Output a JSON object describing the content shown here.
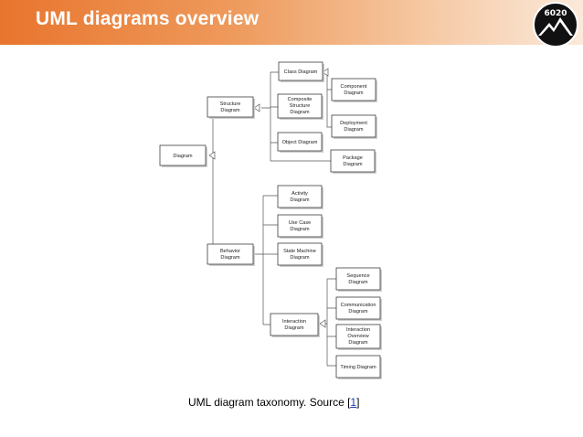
{
  "slide": {
    "title": "UML diagrams overview",
    "logo_text": "6020",
    "caption_text": "UML diagram taxonomy. Source [",
    "caption_link": "1",
    "caption_end": "]"
  },
  "colors": {
    "header_start": "#e8752e",
    "header_end": "#fbe9da",
    "logo_bg": "#111111",
    "link": "#1a3bb5"
  },
  "diagram": {
    "nodes": {
      "diagram": [
        "Diagram"
      ],
      "structure": [
        "Structure",
        "Diagram"
      ],
      "behavior": [
        "Behavior",
        "Diagram"
      ],
      "class": [
        "Class Diagram"
      ],
      "component": [
        "Component",
        "Diagram"
      ],
      "composite": [
        "Composite",
        "Structure",
        "Diagram"
      ],
      "deployment": [
        "Deployment",
        "Diagram"
      ],
      "object": [
        "Object Diagram"
      ],
      "package": [
        "Package",
        "Diagram"
      ],
      "activity": [
        "Activity",
        "Diagram"
      ],
      "usecase": [
        "Use Case",
        "Diagram"
      ],
      "statemachine": [
        "State Machine",
        "Diagram"
      ],
      "interaction": [
        "Interaction",
        "Diagram"
      ],
      "sequence": [
        "Sequence",
        "Diagram"
      ],
      "communication": [
        "Communication",
        "Diagram"
      ],
      "overview": [
        "Interaction",
        "Overview",
        "Diagram"
      ],
      "timing": [
        "Timing Diagram"
      ]
    }
  }
}
